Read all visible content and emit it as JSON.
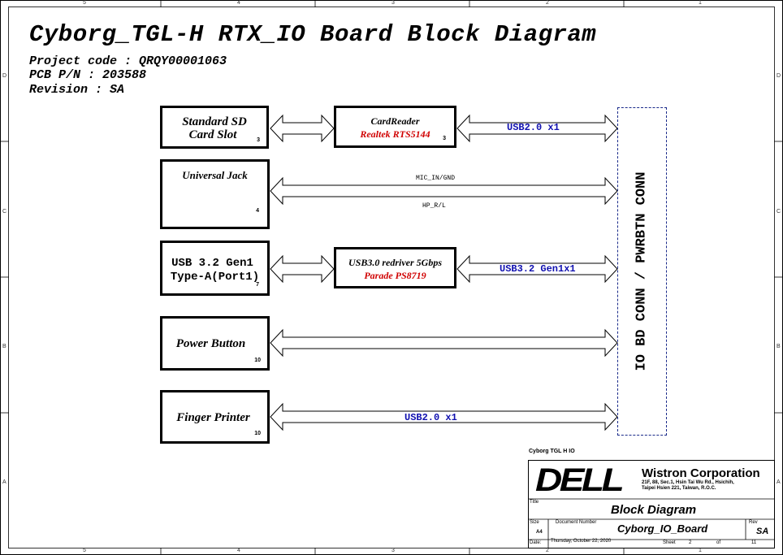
{
  "title": "Cyborg_TGL-H RTX_IO Board Block Diagram",
  "project_code": "Project code : QRQY00001063",
  "pcb_pn": "PCB P/N : 203588",
  "revision": "Revision : SA",
  "border": {
    "cols": [
      "5",
      "4",
      "3",
      "2",
      "1"
    ],
    "rows": [
      "D",
      "C",
      "B",
      "A"
    ]
  },
  "blocks": {
    "sd": {
      "line1": "Standard SD",
      "line2": "Card Slot",
      "page": "3"
    },
    "cardreader": {
      "name": "CardReader",
      "part": "Realtek RTS5144",
      "page": "3"
    },
    "jack": {
      "name": "Universal Jack",
      "page": "4"
    },
    "usb": {
      "line1": "USB 3.2 Gen1",
      "line2": "Type-A(Port1)",
      "page": "7"
    },
    "redriver": {
      "name": "USB3.0 redriver 5Gbps",
      "part": "Parade PS8719"
    },
    "power": {
      "name": "Power Button",
      "page": "10"
    },
    "finger": {
      "name": "Finger Printer",
      "page": "10"
    }
  },
  "signals": {
    "cardreader_bus": "USB2.0 x1",
    "mic": "MIC_IN/GND",
    "hp": "HP_R/L",
    "usb_bus": "USB3.2 Gen1x1",
    "finger_bus": "USB2.0 x1"
  },
  "connector": "IO BD CONN / PWRBTN CONN",
  "title_block": {
    "sheet_ref": "Cyborg TGL H IO",
    "logo": "DELL",
    "company": "Wistron Corporation",
    "address1": "21F, 88, Sec.1, Hsin Tai Wu Rd., Hsichih,",
    "address2": "Taipei Hsien 221, Taiwan, R.O.C.",
    "title_label": "Title",
    "title_value": "Block Diagram",
    "size_label": "Size",
    "size_value": "A4",
    "docnum_label": "Document Number",
    "docnum_value": "Cyborg_IO_Board",
    "rev_label": "Rev",
    "rev_value": "SA",
    "date_label": "Date:",
    "date_value": "Thursday, October 22, 2020",
    "sheet_label": "Sheet",
    "sheet_value": "2",
    "of_label": "of",
    "of_value": "11"
  }
}
